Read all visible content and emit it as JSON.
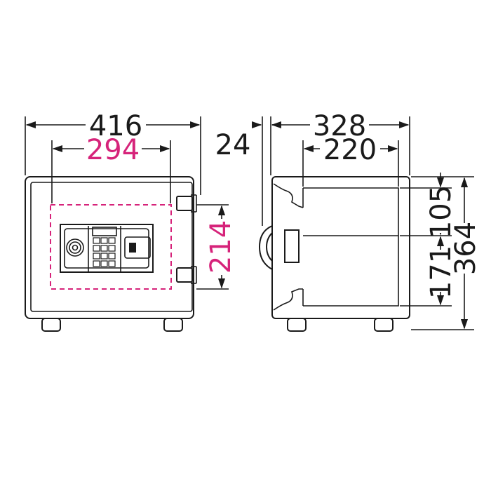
{
  "front_view": {
    "dimensions": {
      "outer_width": "416",
      "inner_width": "294",
      "inner_height": "214"
    }
  },
  "side_view": {
    "dimensions": {
      "handle_depth": "24",
      "outer_depth": "328",
      "inner_depth": "220",
      "upper_height": "105",
      "lower_height": "171",
      "total_height": "364"
    }
  },
  "colors": {
    "line": "#1a1a1a",
    "accent": "#d6237a"
  },
  "icons": {
    "keylock": "key-cylinder",
    "keypad": "numeric-keypad",
    "handle": "door-handle"
  }
}
